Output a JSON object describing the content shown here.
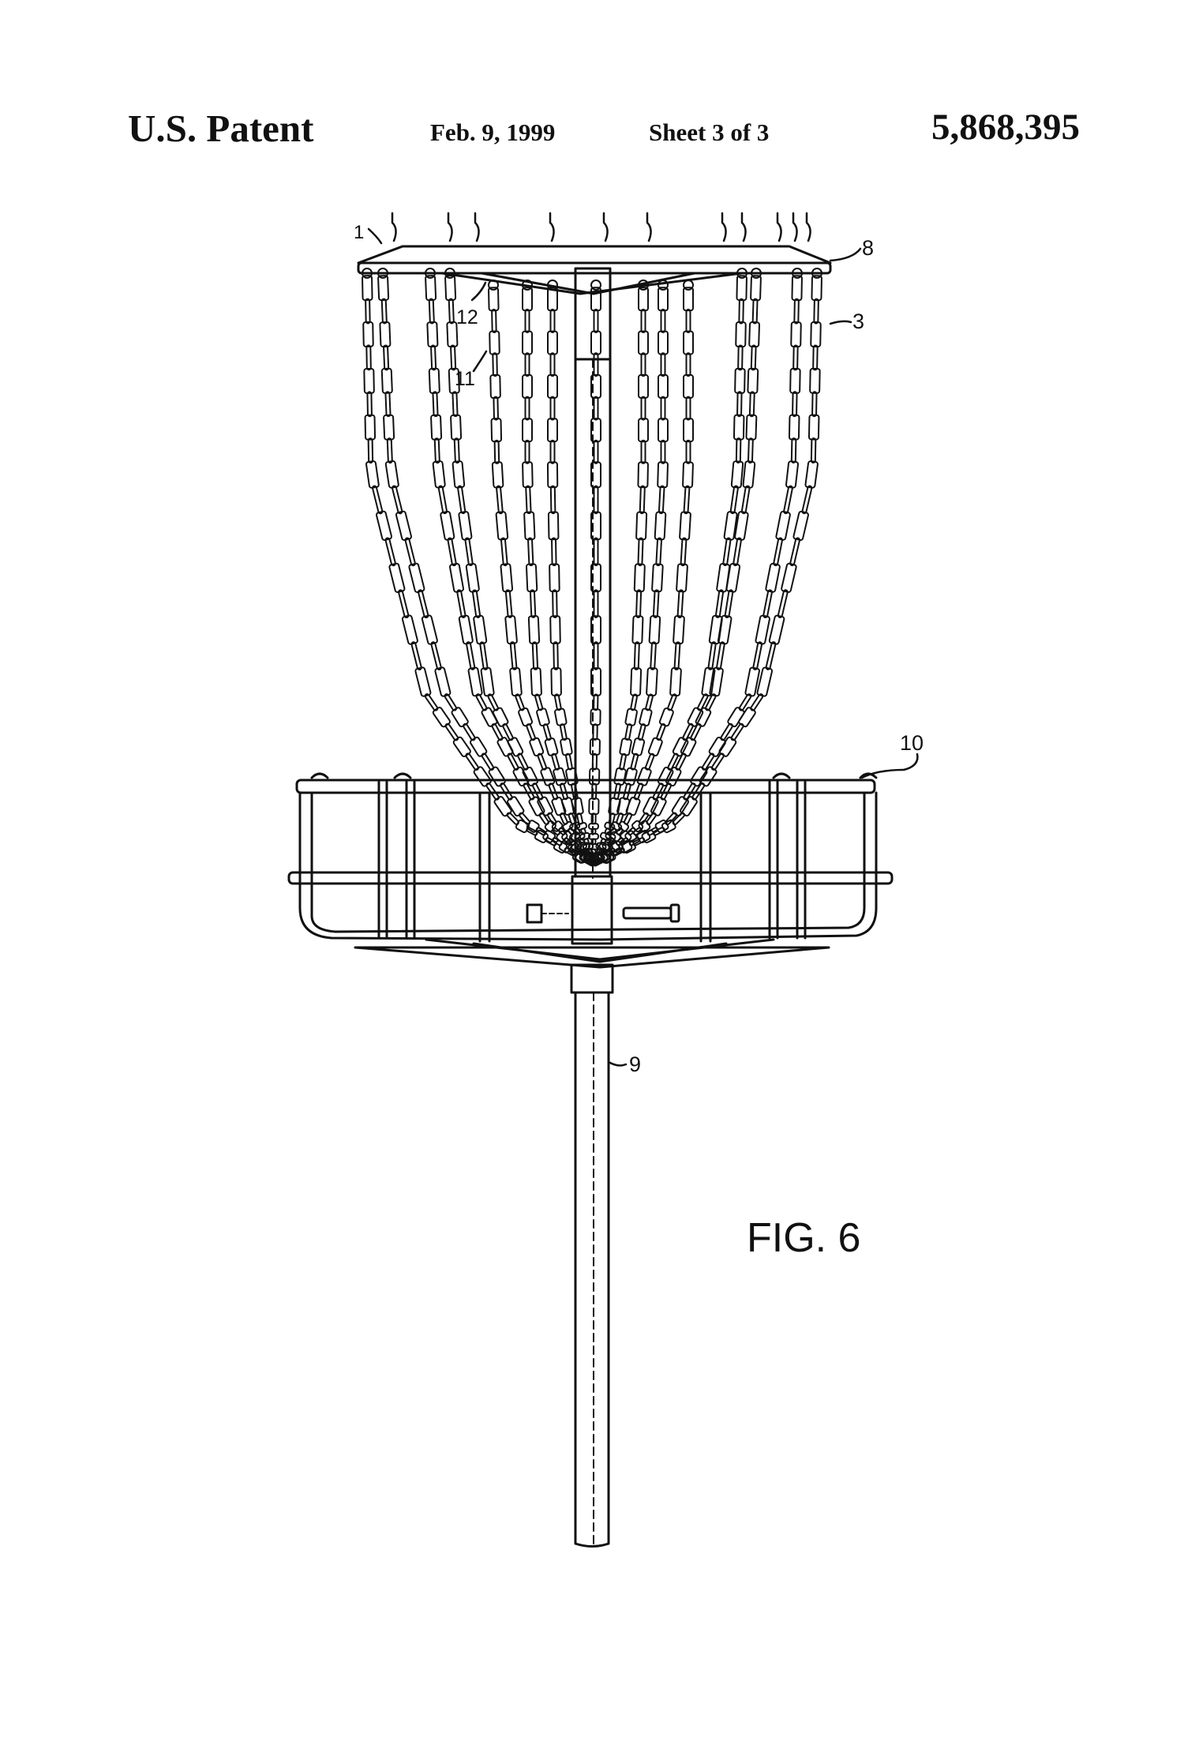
{
  "header": {
    "title": "U.S. Patent",
    "date": "Feb. 9, 1999",
    "sheet": "Sheet 3 of 3",
    "patent_number": "5,868,395"
  },
  "figure": {
    "caption": "FIG. 6",
    "labels": {
      "chains": "1",
      "upper_ring": "8",
      "chain_end": "3",
      "label_12": "12",
      "label_11": "11",
      "basket": "10",
      "pole": "9"
    }
  },
  "colors": {
    "ink": "#111111",
    "paper": "#ffffff"
  }
}
